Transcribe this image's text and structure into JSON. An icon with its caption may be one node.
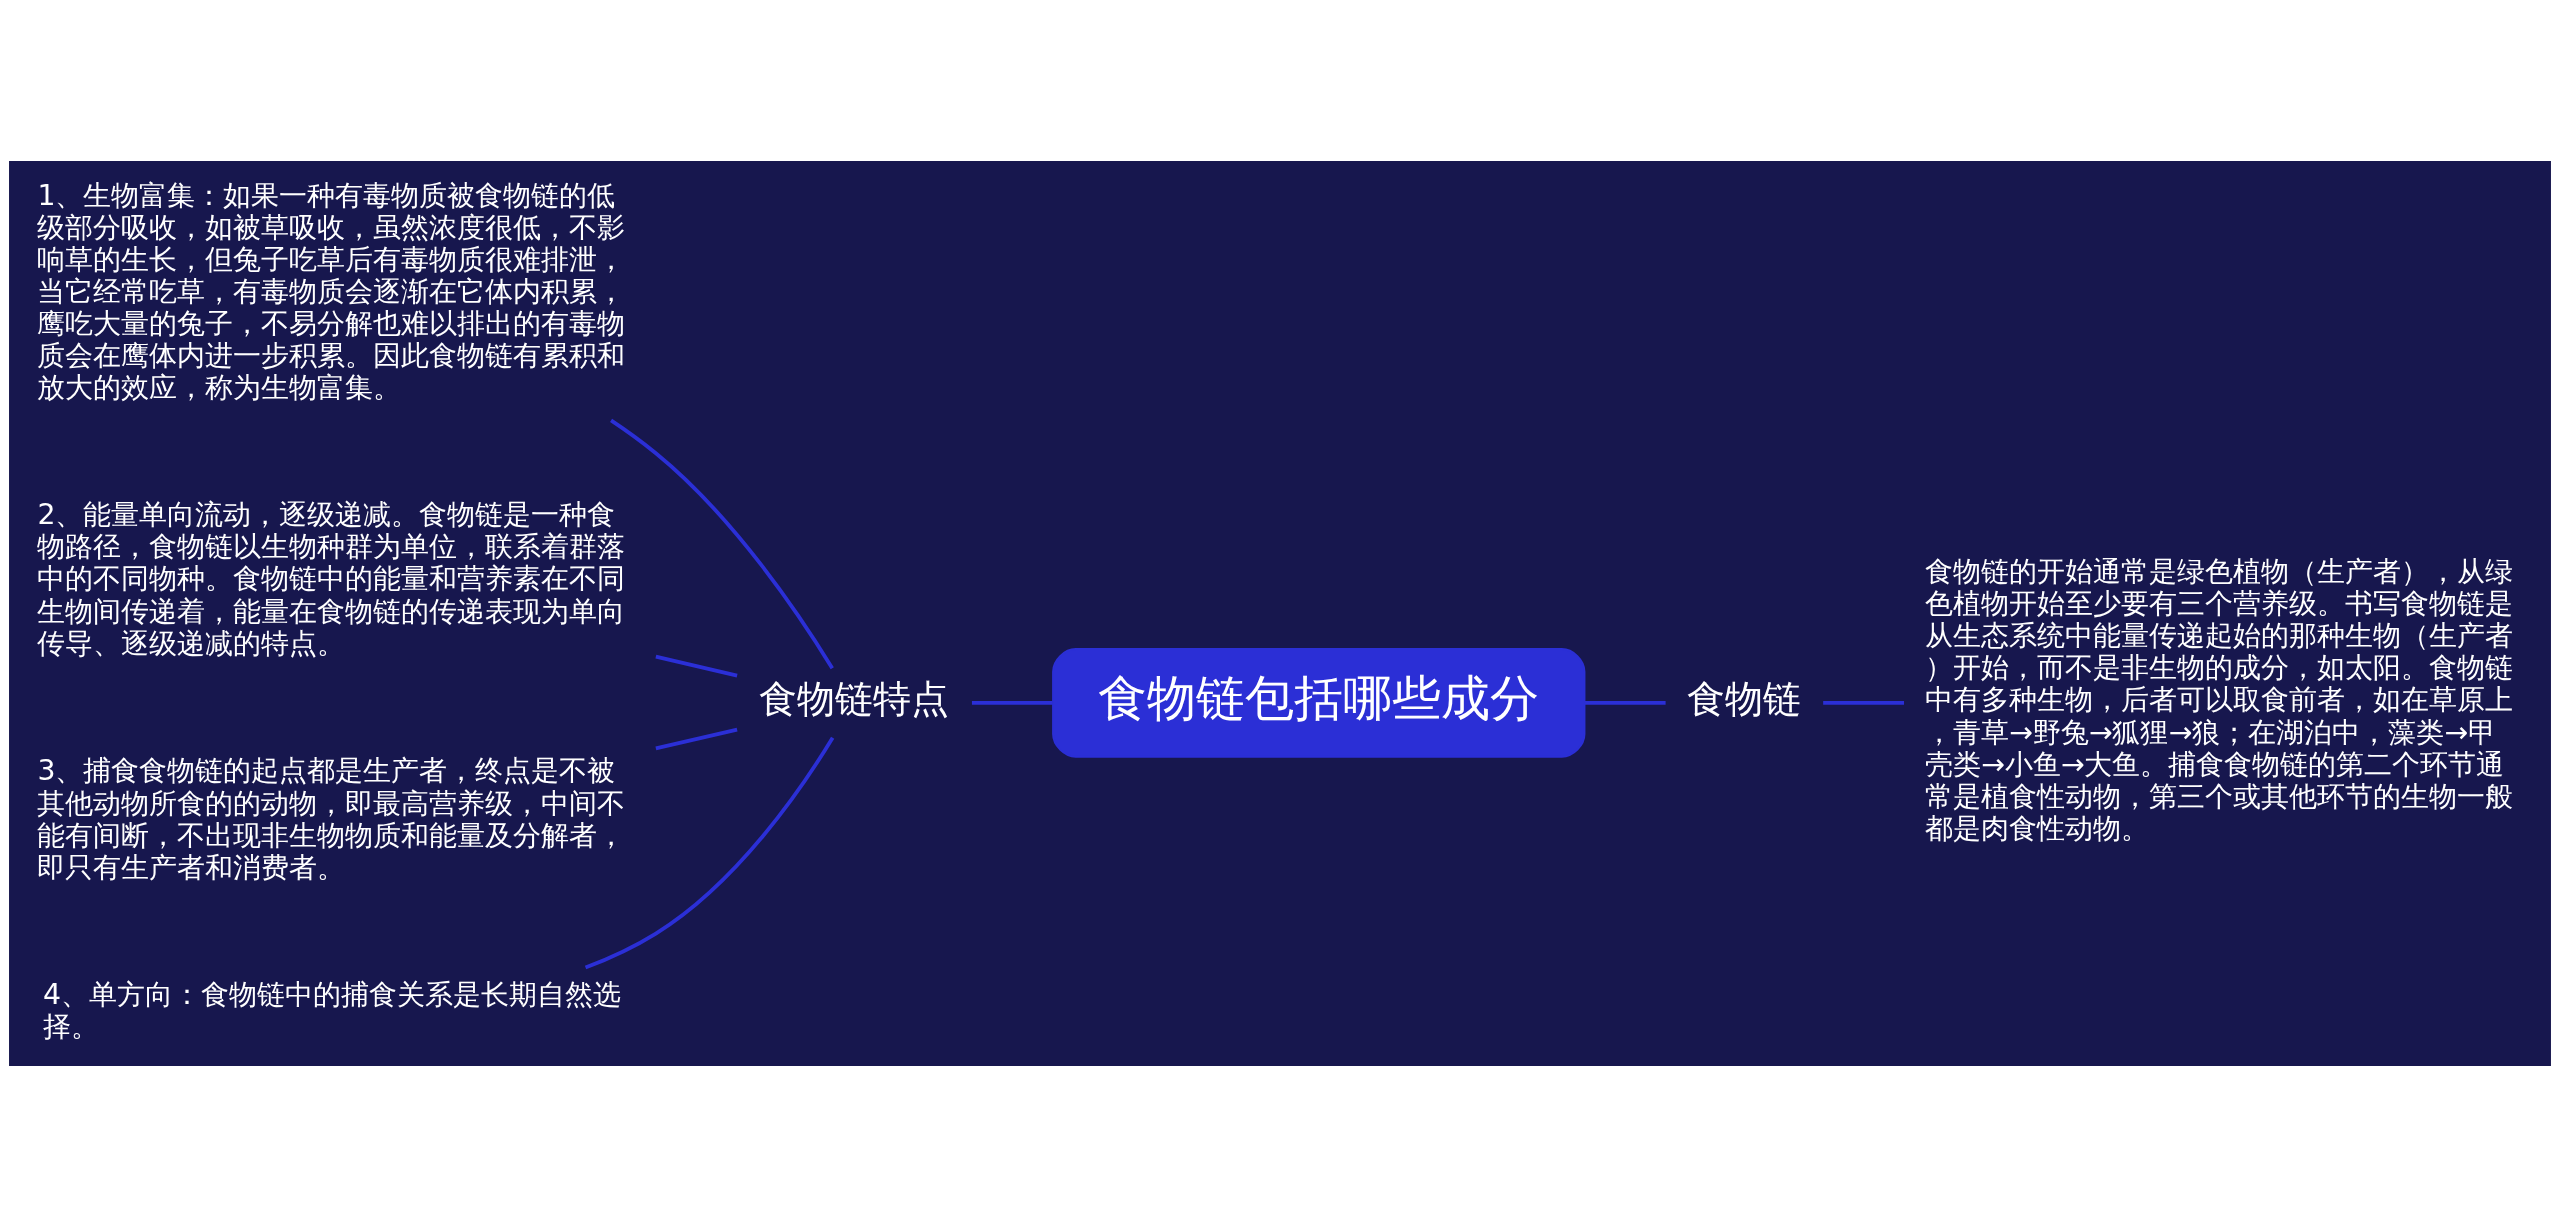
{
  "diagram": {
    "nodes": [
      {
        "text": [
          "食物链包括哪些成分"
        ]
      },
      {
        "text": [
          "食物链特点"
        ]
      },
      {
        "text": [
          "1、生物富集：如果一种有毒物质被食物链的低级部分吸收，如被草吸收，虽然浓度很低，不影响草的生长，但兔子吃草后有毒物质很难排泄，当它经常吃草，有毒物质会逐渐在它体内积累，鹰吃大量的兔子，不易分解也难以排出的有毒物质会在鹰体内进一步积累。因此食物链有累积和放大的效应，称为生物富集。"
        ]
      },
      {
        "text": [
          "2、能量单向流动，逐级递减。食物链是一种食物路径，食物链以生物种群为单位，联系着群落中的不同物种。食物链中的能量和营养素在不同生物间传递着，能量在食物链的传递表现为单向传导、逐级递减的特点。"
        ]
      },
      {
        "text": [
          "3、捕食食物链的起点都是生产者，终点是不被其他动物所食的的动物，即最高营养级，中间不能有间断，不出现非生物物质和能量及分解者，即只有生产者和消费者。"
        ]
      },
      {
        "text": [
          "4、单方向：食物链中的捕食关系是长期自然选择。"
        ]
      },
      {
        "text": [
          "食物链"
        ]
      },
      {
        "text": [
          "食物链的开始通常是绿色植物（生产者），从绿色植物开始至少要有三个营养级。书写食物链是从生态系统中能量传递起始的那种生物（生产者）开始，而不是非生物的成分，如太阳。食物链中有多种生物，后者可以取食前者，如在草原上，青草→野兔→狐狸→狼；在湖泊中，藻类→甲壳类→小鱼→大鱼。捕食食物链的第二个环节通常是植食性动物，第三个或其他环节的生物一般都是肉食性动物。"
        ]
      }
    ],
    "edges": [
      {
        "from": 0,
        "to": 1,
        "arrow": "none"
      },
      {
        "from": 1,
        "to": 2,
        "arrow": "none"
      },
      {
        "from": 1,
        "to": 3,
        "arrow": "none"
      },
      {
        "from": 1,
        "to": 4,
        "arrow": "none"
      },
      {
        "from": 1,
        "to": 5,
        "arrow": "none"
      },
      {
        "from": 0,
        "to": 6,
        "arrow": "none"
      },
      {
        "from": 6,
        "to": 7,
        "arrow": "none"
      }
    ]
  }
}
